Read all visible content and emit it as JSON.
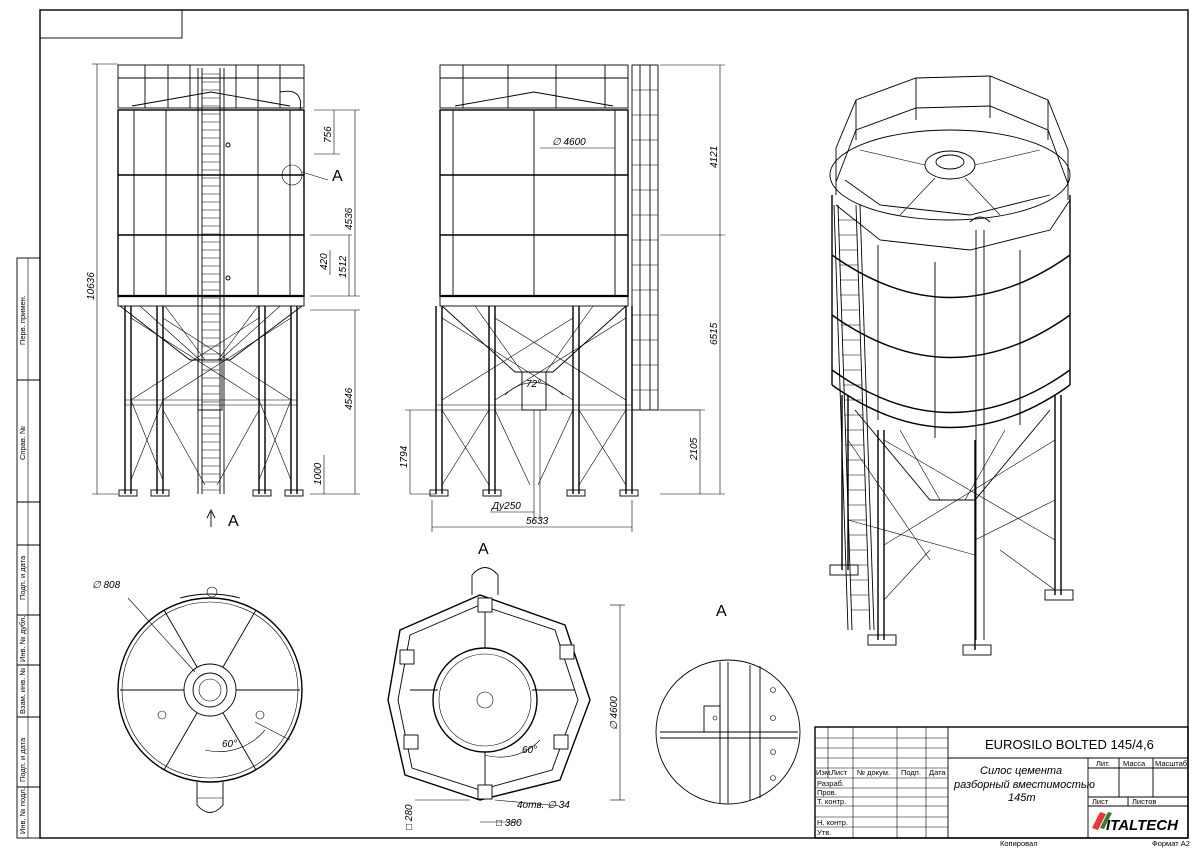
{
  "sheet": {
    "side_stamp_labels": [
      "Перв. примен.",
      "Справ. №",
      "Подп. и дата",
      "Инв. № дубл.",
      "Взам. инв. №",
      "Подп. и дата",
      "Инв. № подл."
    ]
  },
  "front_view": {
    "dimensions": {
      "overall_height": "10636",
      "top_segment": "756",
      "shell_height": "4536",
      "ring_spacing": "1512",
      "hatch_offset": "420",
      "support_height": "4546",
      "leg_bottom": "1000"
    },
    "detail_callout": "A",
    "view_arrow_label": "A"
  },
  "side_view": {
    "dimensions": {
      "diameter": "∅ 4600",
      "ladder_upper": "4121",
      "ladder_lower": "6515",
      "cone_angle": "72°",
      "outlet_height": "1794",
      "outlet_right": "2105",
      "outlet_nominal": "Ду250",
      "base_width": "5633"
    }
  },
  "top_view": {
    "dimensions": {
      "manhole": "∅ 808",
      "angle": "60°"
    }
  },
  "section_view": {
    "label": "A",
    "dimensions": {
      "diameter": "∅ 4600",
      "angle": "60°",
      "holes": "4отв. ∅ 34",
      "base_280": "□ 280",
      "base_380": "□ 380"
    }
  },
  "detail_view": {
    "label": "A"
  },
  "title_block": {
    "designation": "EUROSILO BOLTED 145/4,6",
    "title_line1": "Силос цемента",
    "title_line2": "разборный вместимостью",
    "title_line3": "145т",
    "col_izm": "Изм.",
    "col_list": "Лист",
    "col_docnum": "№ докум.",
    "col_sign": "Подп.",
    "col_date": "Дата",
    "row_razrab": "Разраб.",
    "row_prov": "Пров.",
    "row_tkontr": "Т. контр.",
    "row_nkontr": "Н. контр.",
    "row_utv": "Утв.",
    "lit": "Лит.",
    "massa": "Масса",
    "masshtab": "Масштаб",
    "sheet": "Лист",
    "sheets": "Листов",
    "logo_text": "ITALTECH",
    "copied": "Копировал",
    "format": "Формат А2"
  }
}
